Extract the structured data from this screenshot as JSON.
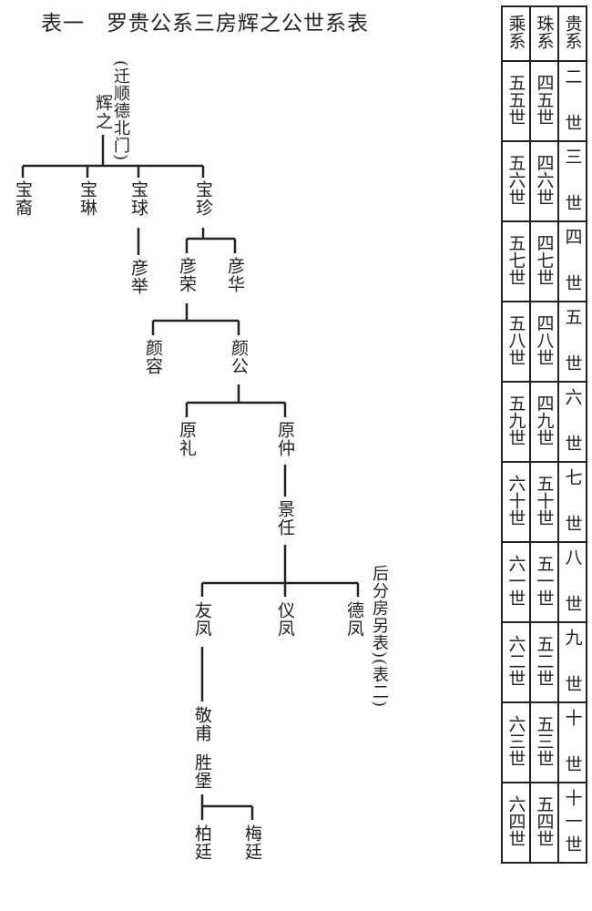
{
  "title": "表一　罗贵公系三房辉之公世系表",
  "tree": {
    "root": "辉之",
    "root_note": "(迁顺德北门)",
    "baoyi": "宝裔",
    "baolin": "宝琳",
    "baoqiu": "宝球",
    "baozhen": "宝珍",
    "yanju": "彦举",
    "yanrong": "彦荣",
    "yanhua": "彦华",
    "yanrong2": "颜容",
    "yangong": "颜公",
    "yuanli": "原礼",
    "yuanzhong": "原仲",
    "jingren": "景任",
    "youfeng": "友凤",
    "yifeng": "仪凤",
    "defeng": "德凤",
    "defeng_note": "后分房另表)(表二)",
    "jingfu": "敬甫",
    "shengbao": "胜堡",
    "boting": "柏廷",
    "meiting": "梅廷"
  },
  "table": {
    "headers": [
      "乘系",
      "珠系",
      "贵系"
    ],
    "rows": [
      [
        "五五世",
        "四五世",
        "二世"
      ],
      [
        "五六世",
        "四六世",
        "三世"
      ],
      [
        "五七世",
        "四七世",
        "四世"
      ],
      [
        "五八世",
        "四八世",
        "五世"
      ],
      [
        "五九世",
        "四九世",
        "六世"
      ],
      [
        "六十世",
        "五十世",
        "七世"
      ],
      [
        "六一世",
        "五一世",
        "八世"
      ],
      [
        "六二世",
        "五二世",
        "九世"
      ],
      [
        "六三世",
        "五三世",
        "十世"
      ],
      [
        "六四世",
        "五四世",
        "十一世"
      ]
    ]
  }
}
